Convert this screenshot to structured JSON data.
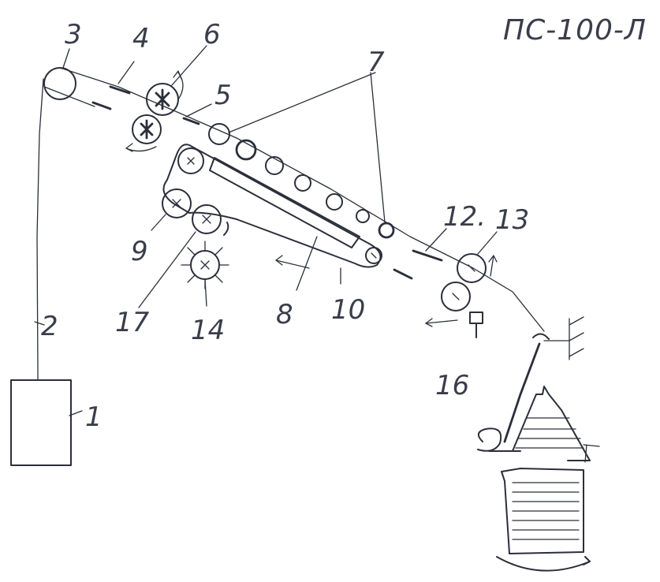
{
  "title": "ПС-100-Л",
  "labels": {
    "l1": "1",
    "l2": "2",
    "l3": "3",
    "l4": "4",
    "l5": "5",
    "l6": "6",
    "l7": "7",
    "l8": "8",
    "l9": "9",
    "l10": "10",
    "l12": "12.",
    "l13": "13",
    "l14": "14",
    "l16": "16",
    "l17": "17"
  }
}
